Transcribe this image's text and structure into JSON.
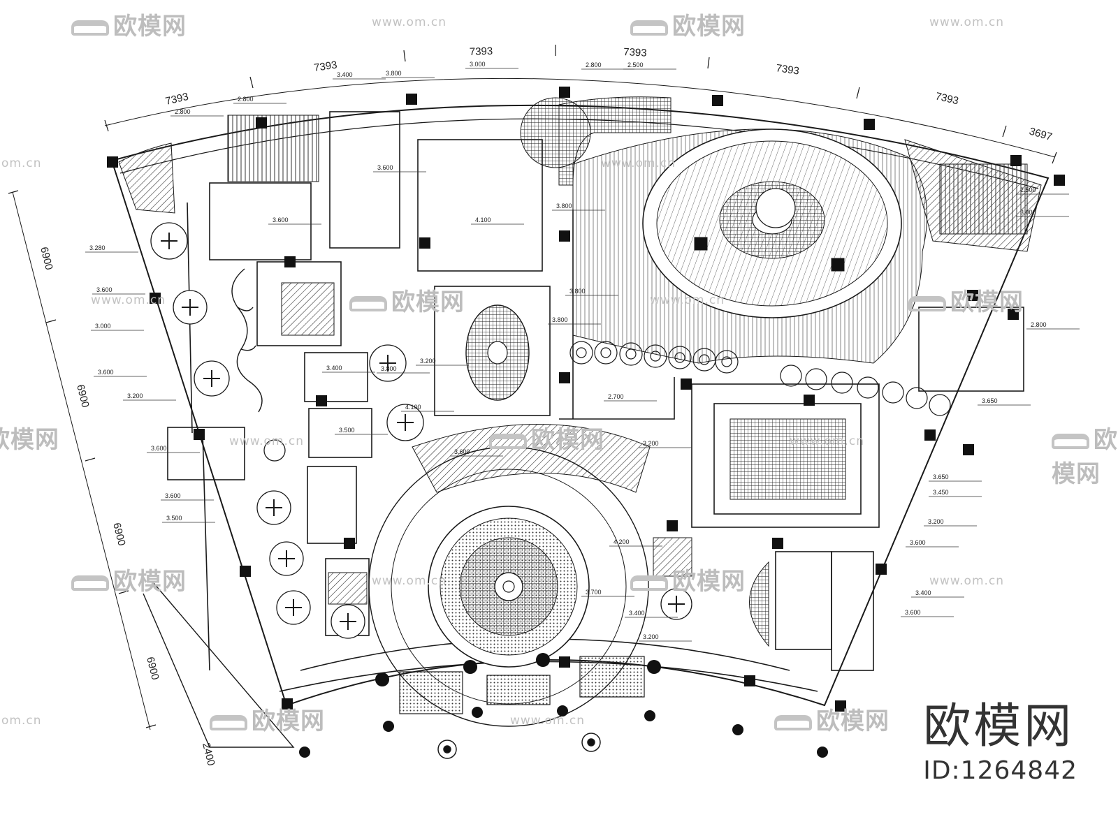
{
  "dimensions": {
    "top": [
      "7393",
      "7393",
      "7393",
      "7393",
      "7393",
      "7393",
      "3697"
    ],
    "left": [
      "6900",
      "6900",
      "6900",
      "6900",
      "2400"
    ]
  },
  "height_labels": [
    "2.800",
    "2.800",
    "3.400",
    "3.800",
    "3.000",
    "2.800",
    "2.500",
    "3.800",
    "3.600",
    "3.600",
    "4.100",
    "3.800",
    "3.280",
    "3.600",
    "3.000",
    "3.600",
    "3.200",
    "3.600",
    "3.600",
    "3.500",
    "3.400",
    "3.500",
    "3.800",
    "4.100",
    "3.600",
    "3.200",
    "3.800",
    "4.200",
    "3.700",
    "3.400",
    "3.200",
    "2.700",
    "2.500",
    "3.000",
    "2.800",
    "3.650",
    "3.650",
    "3.450",
    "3.200",
    "3.600",
    "3.400",
    "3.600",
    "3.200"
  ],
  "watermark": {
    "logo_text": "欧模网",
    "url_text": "www.om.cn",
    "short_url": "om.cn",
    "brand_name": "欧模网",
    "brand_id": "ID:1264842"
  },
  "colors": {
    "line": "#1a1a1a",
    "watermark": "#bdbdbd"
  }
}
